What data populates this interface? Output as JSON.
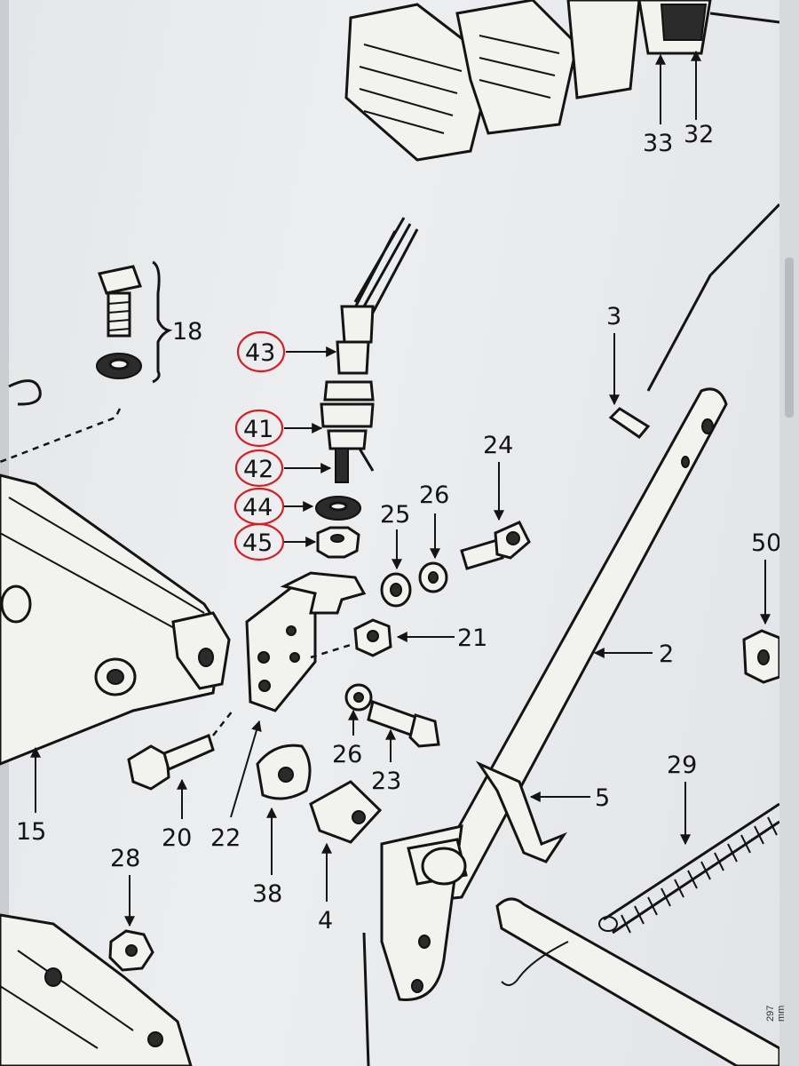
{
  "viewer": {
    "side_ruler_text": "297 mm"
  },
  "diagram": {
    "highlight_color": "#d61e25",
    "highlighted_callouts": [
      "43",
      "41",
      "42",
      "44",
      "45"
    ],
    "callouts": {
      "c33": "33",
      "c32": "32",
      "c18": "18",
      "c43": "43",
      "c41": "41",
      "c42": "42",
      "c44": "44",
      "c45": "45",
      "c3": "3",
      "c24": "24",
      "c25": "25",
      "c26a": "26",
      "c21": "21",
      "c2": "2",
      "c50": "50",
      "c26b": "26",
      "c23": "23",
      "c5": "5",
      "c15": "15",
      "c20": "20",
      "c22": "22",
      "c29": "29",
      "c28": "28",
      "c38": "38",
      "c4": "4"
    }
  }
}
